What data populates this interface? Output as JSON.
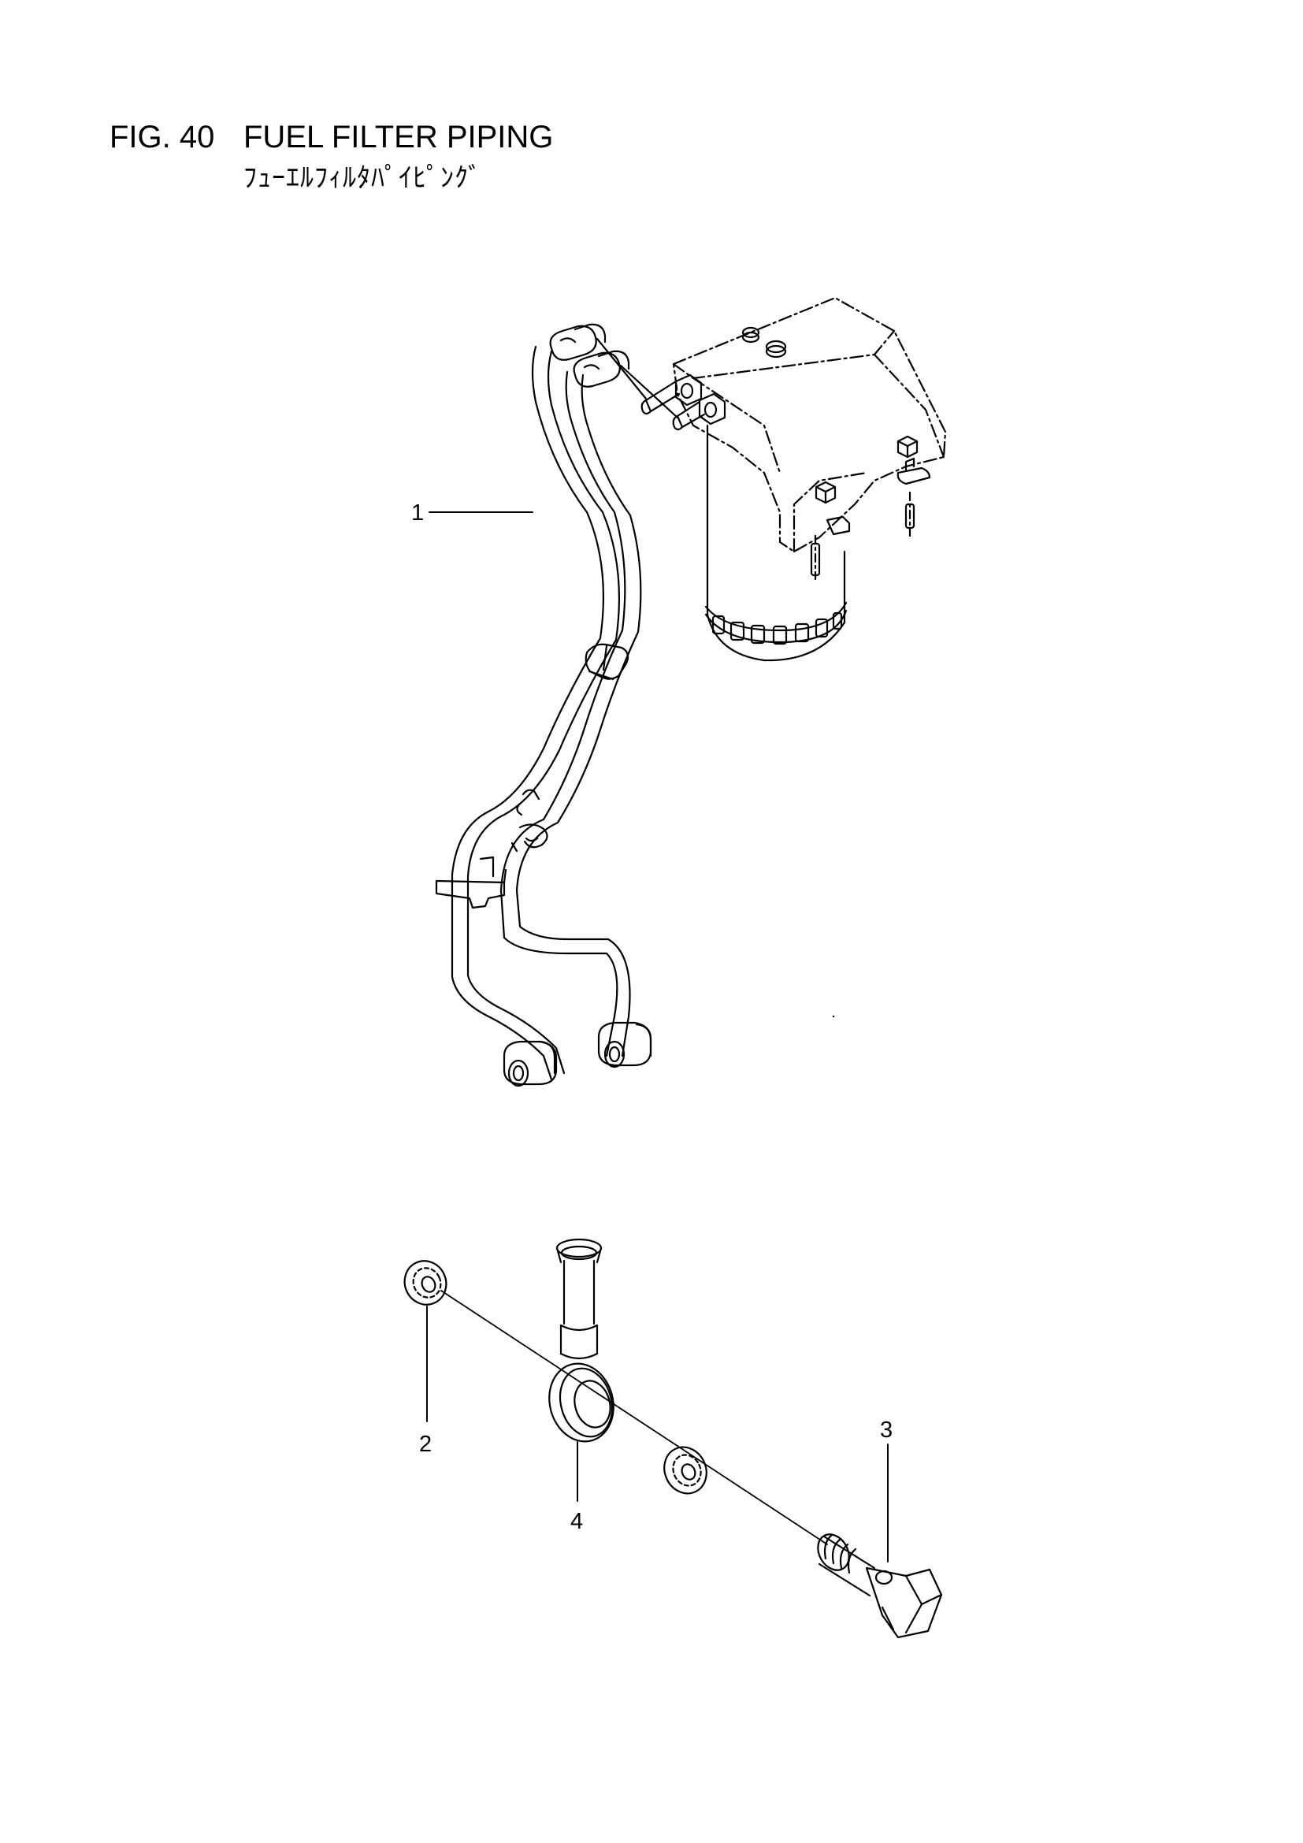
{
  "figure": {
    "number": "FIG. 40",
    "title": "FUEL FILTER PIPING",
    "subtitle": "ﾌｭｰｴﾙﾌｨﾙﾀﾊﾟｲﾋﾟﾝｸﾞ"
  },
  "callouts": [
    {
      "id": "1",
      "label": "1"
    },
    {
      "id": "2",
      "label": "2"
    },
    {
      "id": "3",
      "label": "3"
    },
    {
      "id": "4",
      "label": "4"
    }
  ]
}
